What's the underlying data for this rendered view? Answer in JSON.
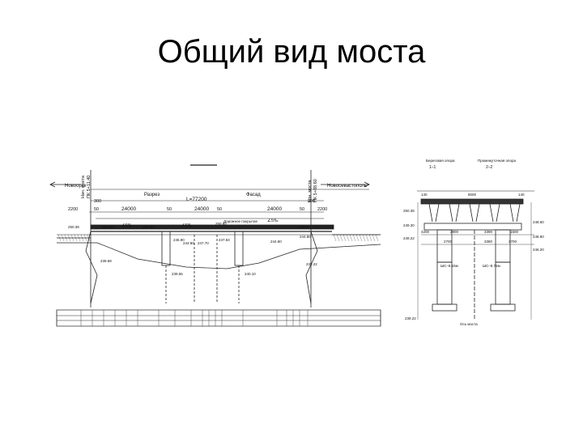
{
  "slide": {
    "title": "Общий вид моста"
  },
  "elevation": {
    "left_city": "Новоорск",
    "right_city": "Новосевастополь",
    "start_label": "Нач. моста",
    "start_pk": "ПК 5+11.40",
    "end_label": "Кон. моста",
    "end_pk": "ПК 5+88.60",
    "section_label": "Разрез",
    "facade_label": "Фасад",
    "total_length": "L=77200",
    "span_labels": [
      "24000",
      "24000",
      "24000"
    ],
    "end_dims": [
      "2200",
      "50",
      "300",
      "50",
      "50",
      "50",
      "300",
      "2200"
    ],
    "slope_labels": [
      "∠5‰",
      "∠5‰",
      "∠5‰"
    ],
    "elev_labels": [
      "250.38",
      "250.38",
      "250.50",
      "250.60",
      "250.5",
      "245.90",
      "244.80",
      "247.70",
      "247.84",
      "244.80",
      "244.80",
      "239.58",
      "239.22",
      "239.55",
      "240.10"
    ],
    "note_text": "Дорожное покрытие"
  },
  "cross_section": {
    "head1": "Береговая опора",
    "head2": "Промежуточная опора",
    "cut1": "1–1",
    "cut2": "2–2",
    "dims_top": [
      "140",
      "8000",
      "140"
    ],
    "dims_mid": [
      "4200",
      "2900",
      "3390",
      "1600"
    ],
    "dims_low": [
      "2700",
      "3380",
      "2700"
    ],
    "elevations": [
      "250.38",
      "249.30",
      "249.22",
      "248.60",
      "248.90",
      "246.20",
      "239.22"
    ],
    "pile_labels": [
      "ШС–8.15м",
      "ШС–8.72м"
    ],
    "axis_label": "Ось моста"
  }
}
